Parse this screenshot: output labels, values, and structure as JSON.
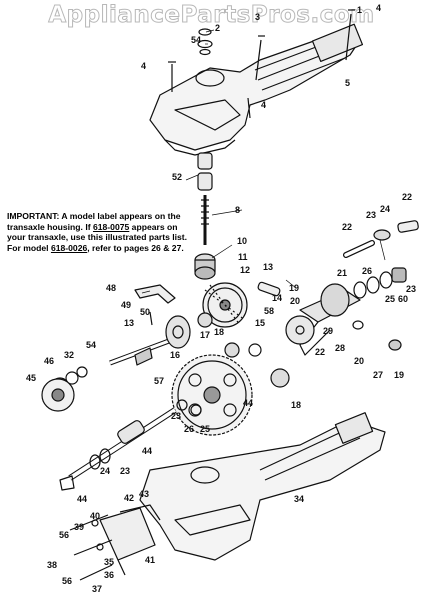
{
  "watermark": "AppliancePartsPros.com",
  "notice": {
    "heading": "IMPORTANT:",
    "line1": " A model label appears on the transaxle housing. If ",
    "model_a": "618-0075",
    "line2": " appears on your transaxle, use this illustrated parts list. For model ",
    "model_b": "618-0026",
    "line3": ", refer to pages  26 & 27."
  },
  "callouts": [
    {
      "id": "c1",
      "text": "1"
    },
    {
      "id": "c2",
      "text": "2"
    },
    {
      "id": "c3",
      "text": "3"
    },
    {
      "id": "c4a",
      "text": "4"
    },
    {
      "id": "c4b",
      "text": "4"
    },
    {
      "id": "c4c",
      "text": "4"
    },
    {
      "id": "c54a",
      "text": "54"
    },
    {
      "id": "c5",
      "text": "5"
    },
    {
      "id": "c52",
      "text": "52"
    },
    {
      "id": "c8",
      "text": "8"
    },
    {
      "id": "c10",
      "text": "10"
    },
    {
      "id": "c11",
      "text": "11"
    },
    {
      "id": "c12",
      "text": "12"
    },
    {
      "id": "c13a",
      "text": "13"
    },
    {
      "id": "c14",
      "text": "14"
    },
    {
      "id": "c58",
      "text": "58"
    },
    {
      "id": "c15",
      "text": "15"
    },
    {
      "id": "c19a",
      "text": "19"
    },
    {
      "id": "c20a",
      "text": "20"
    },
    {
      "id": "c22a",
      "text": "22"
    },
    {
      "id": "c22b",
      "text": "22"
    },
    {
      "id": "c23a",
      "text": "23"
    },
    {
      "id": "c24a",
      "text": "24"
    },
    {
      "id": "c21",
      "text": "21"
    },
    {
      "id": "c26a",
      "text": "26"
    },
    {
      "id": "c25a",
      "text": "25"
    },
    {
      "id": "c60",
      "text": "60"
    },
    {
      "id": "c23b",
      "text": "23"
    },
    {
      "id": "c48",
      "text": "48"
    },
    {
      "id": "c49",
      "text": "49"
    },
    {
      "id": "c50",
      "text": "50"
    },
    {
      "id": "c13b",
      "text": "13"
    },
    {
      "id": "c17",
      "text": "17"
    },
    {
      "id": "c18a",
      "text": "18"
    },
    {
      "id": "c16",
      "text": "16"
    },
    {
      "id": "c54b",
      "text": "54"
    },
    {
      "id": "c32",
      "text": "32"
    },
    {
      "id": "c46",
      "text": "46"
    },
    {
      "id": "c45",
      "text": "45"
    },
    {
      "id": "c29",
      "text": "29"
    },
    {
      "id": "c22c",
      "text": "22"
    },
    {
      "id": "c28",
      "text": "28"
    },
    {
      "id": "c20b",
      "text": "20"
    },
    {
      "id": "c27",
      "text": "27"
    },
    {
      "id": "c19b",
      "text": "19"
    },
    {
      "id": "c57",
      "text": "57"
    },
    {
      "id": "c18b",
      "text": "18"
    },
    {
      "id": "c44a",
      "text": "44"
    },
    {
      "id": "c23c",
      "text": "23"
    },
    {
      "id": "c26b",
      "text": "26"
    },
    {
      "id": "c25b",
      "text": "25"
    },
    {
      "id": "c44b",
      "text": "44"
    },
    {
      "id": "c24b",
      "text": "24"
    },
    {
      "id": "c23d",
      "text": "23"
    },
    {
      "id": "c44c",
      "text": "44"
    },
    {
      "id": "c34",
      "text": "34"
    },
    {
      "id": "c42",
      "text": "42"
    },
    {
      "id": "c43",
      "text": "43"
    },
    {
      "id": "c40",
      "text": "40"
    },
    {
      "id": "c39",
      "text": "39"
    },
    {
      "id": "c56a",
      "text": "56"
    },
    {
      "id": "c41",
      "text": "41"
    },
    {
      "id": "c38",
      "text": "38"
    },
    {
      "id": "c35",
      "text": "35"
    },
    {
      "id": "c36",
      "text": "36"
    },
    {
      "id": "c56b",
      "text": "56"
    },
    {
      "id": "c37",
      "text": "37"
    }
  ]
}
